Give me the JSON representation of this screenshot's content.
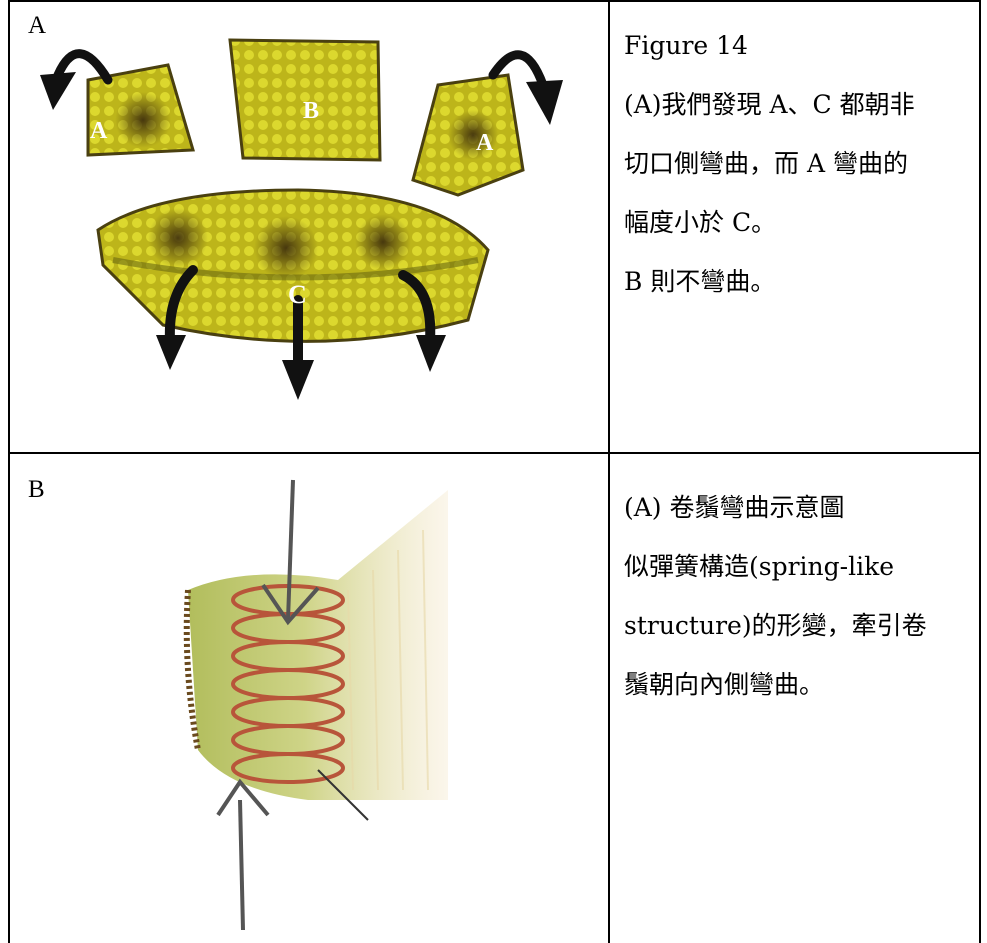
{
  "panel_a": {
    "label": "A",
    "piece_labels": {
      "left": "A",
      "top": "B",
      "right": "A",
      "bottom": "C"
    },
    "caption_lines": [
      "Figure 14",
      "(A)我們發現 A、C 都朝非",
      "切口側彎曲，而 A 彎曲的",
      "幅度小於 C。",
      "B 則不彎曲。"
    ]
  },
  "panel_b": {
    "label": "B",
    "caption_lines": [
      "(A) 卷鬚彎曲示意圖",
      "似彈簧構造(spring-like",
      "structure)的形變，牽引卷",
      "鬚朝向內側彎曲。"
    ]
  },
  "colors": {
    "tissue": "#c9c21a",
    "tissue_dark": "#5a4a12",
    "arrow": "#111111",
    "spring": "#b8553a"
  }
}
